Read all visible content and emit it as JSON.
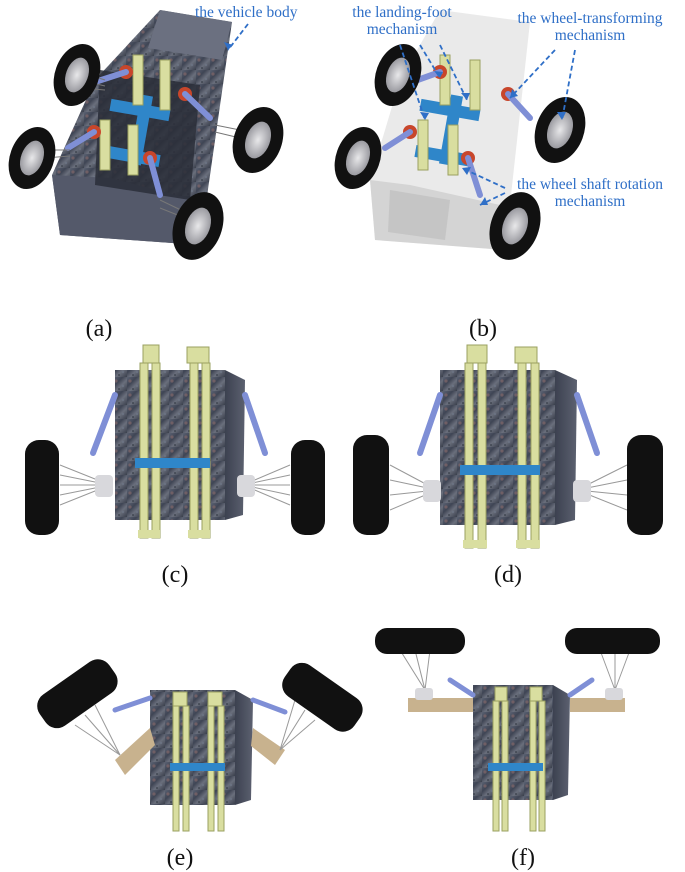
{
  "captions": {
    "a": "(a)",
    "b": "(b)",
    "c": "(c)",
    "d": "(d)",
    "e": "(e)",
    "f": "(f)"
  },
  "annotations": {
    "vehicle_body": "the vehicle body",
    "landing_foot_line1": "the landing-foot",
    "landing_foot_line2": "mechanism",
    "wheel_transforming_line1": "the wheel-transforming",
    "wheel_transforming_line2": "mechanism",
    "wheel_shaft_line1": "the wheel shaft rotation",
    "wheel_shaft_line2": "mechanism"
  },
  "colors": {
    "annotation": "#2f6fc7",
    "body_stone": "#4b5262",
    "leg": "#d9dea0",
    "bracket": "#2f86c9",
    "tire": "#111111",
    "arm": "#7f8fd6",
    "beam": "#c8b28e",
    "motor": "#c8462b"
  }
}
